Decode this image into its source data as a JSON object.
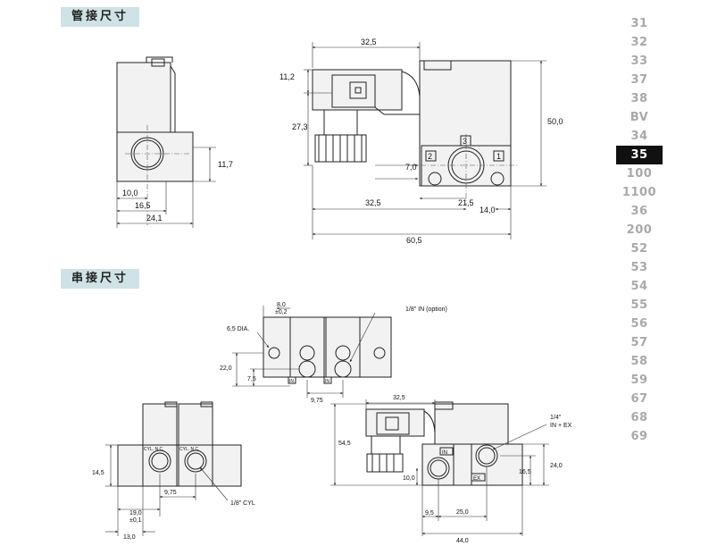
{
  "sections": {
    "pipe_connection_title": "管接尺寸",
    "manifold_connection_title": "串接尺寸"
  },
  "pager": {
    "items": [
      "31",
      "32",
      "33",
      "37",
      "38",
      "BV",
      "34",
      "35",
      "100",
      "1100",
      "36",
      "200",
      "52",
      "53",
      "54",
      "55",
      "56",
      "57",
      "58",
      "59",
      "67",
      "68",
      "69"
    ],
    "active": "35"
  },
  "pipe_dims": {
    "d_11_7": "11,7",
    "d_10_0": "10,0",
    "d_16_5": "16,5",
    "d_24_1": "24,1",
    "d_32_5_top": "32,5",
    "d_11_2": "11,2",
    "d_27_3": "27,3",
    "d_50_0": "50,0",
    "d_7_0": "7,0",
    "d_32_5_bottom": "32,5",
    "d_21_5": "21,5",
    "d_14_0": "14,0",
    "d_60_5": "60,5",
    "port_1": "1",
    "port_2": "2",
    "port_3": "3"
  },
  "manifold_dims": {
    "d_8_0": "8,0",
    "d_8_0_tol": "±0,2",
    "dia_6_5": "6,5 DIA.",
    "in_option": "1/8\" IN (option)",
    "d_22_0": "22,0",
    "d_7_5": "7,5",
    "d_9_75_top": "9,75",
    "in_label_a": "IN",
    "in_label_b": "IN",
    "d_32_5": "32,5",
    "d_54_5": "54,5",
    "quarter_label": "1/4\"",
    "in_ex_label": "IN + EX",
    "in_tag": "IN",
    "ex_tag": "EX",
    "d_16_5": "16,5",
    "d_24_0": "24,0",
    "d_10_0": "10,0",
    "d_9_5": "9,5",
    "d_25_0": "25,0",
    "d_44_0": "44,0",
    "cyl_nc_a": "CYL. N.C.",
    "cyl_nc_b": "CYL. N.C.",
    "d_14_5": "14,5",
    "d_9_75_bottom": "9,75",
    "d_19_0": "19,0",
    "d_19_0_tol": "±0,1",
    "d_13_0": "13,0",
    "cyl_label": "1/8\" CYL"
  }
}
